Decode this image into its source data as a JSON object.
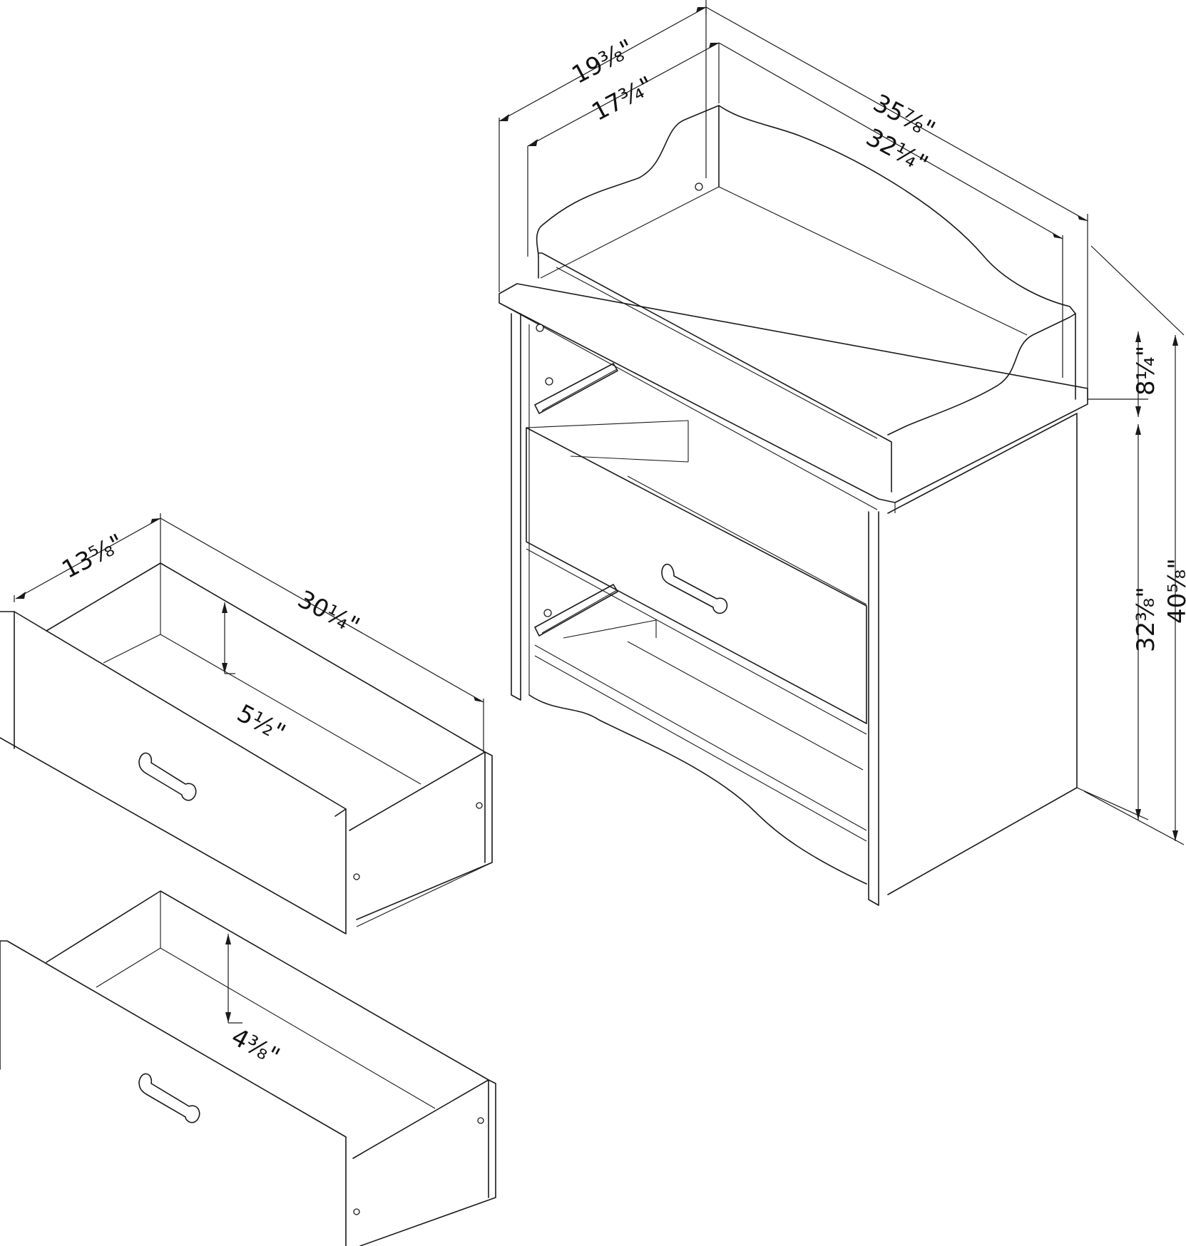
{
  "dimensions": {
    "table_depth_outer": "19⅜\"",
    "table_depth_inner": "17¾\"",
    "table_width_outer": "35⅞\"",
    "table_width_inner": "32¼\"",
    "rail_height": "8¼\"",
    "body_height": "32⅜\"",
    "total_height": "40⅝\"",
    "drawer_depth": "13⅝\"",
    "drawer_width": "30¼\"",
    "top_drawer_height": "5½\"",
    "bottom_drawer_height": "4⅜\""
  },
  "colors": {
    "line": "#1a1a1a",
    "background": "#ffffff"
  }
}
